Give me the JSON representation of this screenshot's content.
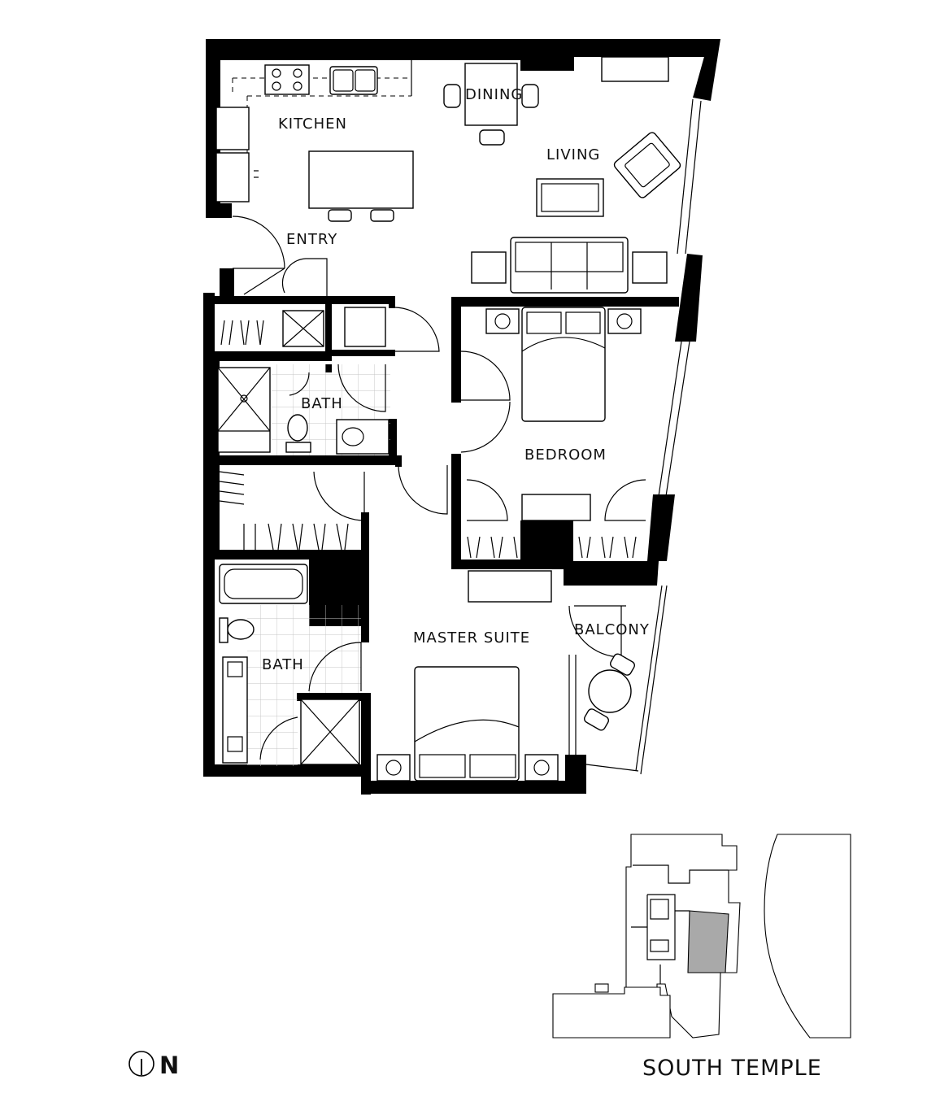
{
  "rooms": {
    "kitchen": "KITCHEN",
    "dining": "DINING",
    "living": "LIVING",
    "entry": "ENTRY",
    "bath1": "BATH",
    "bedroom": "BEDROOM",
    "master_suite": "MASTER SUITE",
    "balcony": "BALCONY",
    "bath2": "BATH"
  },
  "building_name": "SOUTH TEMPLE",
  "north_label": "N",
  "icons": {
    "north": "north-arrow-icon",
    "key_plan": "building-key-plan"
  },
  "colors": {
    "walls": "#000000",
    "highlight_unit": "#a9a9a9",
    "tile_grid": "#bdbdbd"
  }
}
